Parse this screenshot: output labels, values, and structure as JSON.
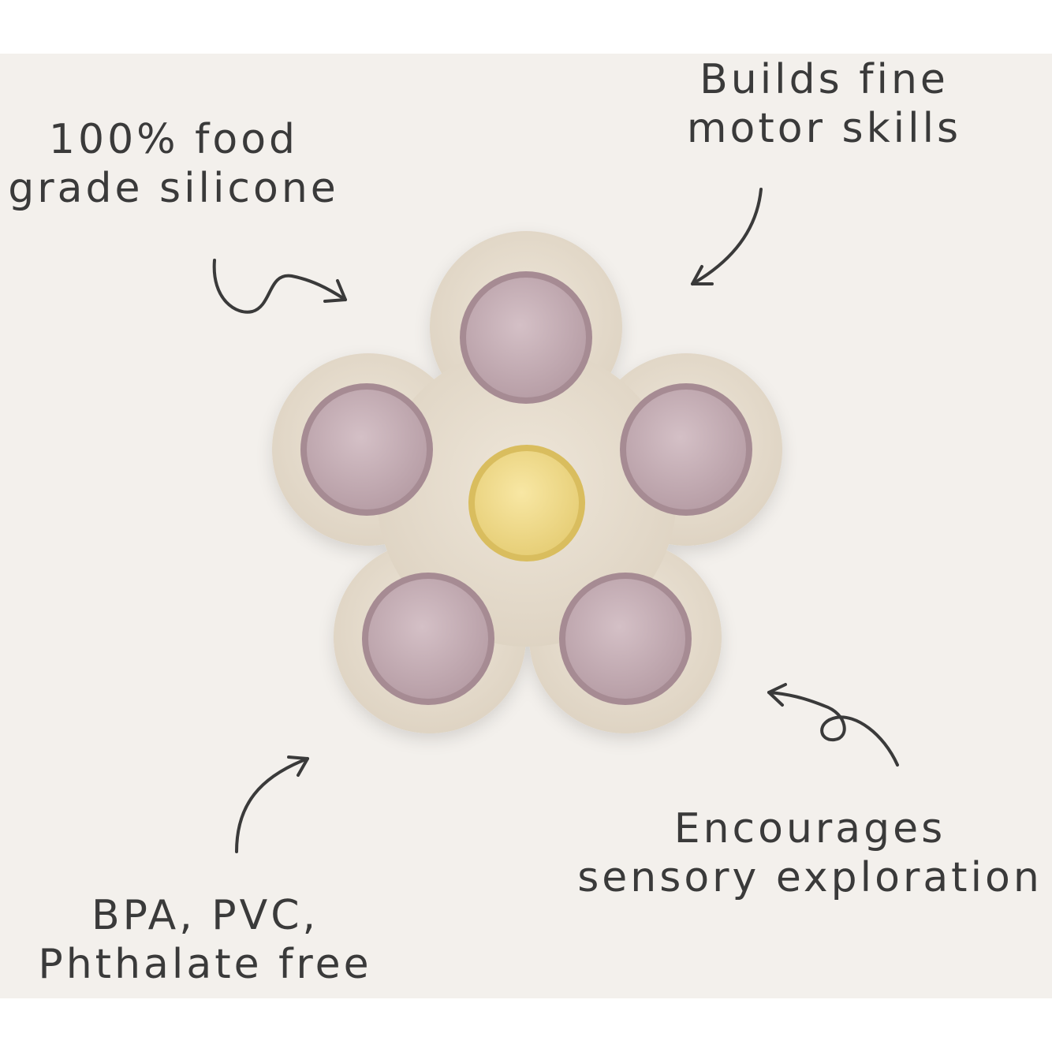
{
  "callouts": {
    "food_grade": [
      "100% food",
      "grade silicone"
    ],
    "motor_skills": [
      "Builds fine",
      "motor skills"
    ],
    "bpa_free": [
      "BPA, PVC,",
      "Phthalate free"
    ],
    "sensory": [
      "Encourages",
      "sensory exploration"
    ]
  },
  "colors": {
    "background": "#f3f0ec",
    "toy_body": "#e8dfd0",
    "petal_bubble": "#c8b2b8",
    "center_bubble": "#f2dd8c",
    "ink": "#3a3a3a"
  },
  "product": {
    "icon": "flower-pop-toy",
    "petal_bubble_count": 5,
    "center_bubble_count": 1
  }
}
